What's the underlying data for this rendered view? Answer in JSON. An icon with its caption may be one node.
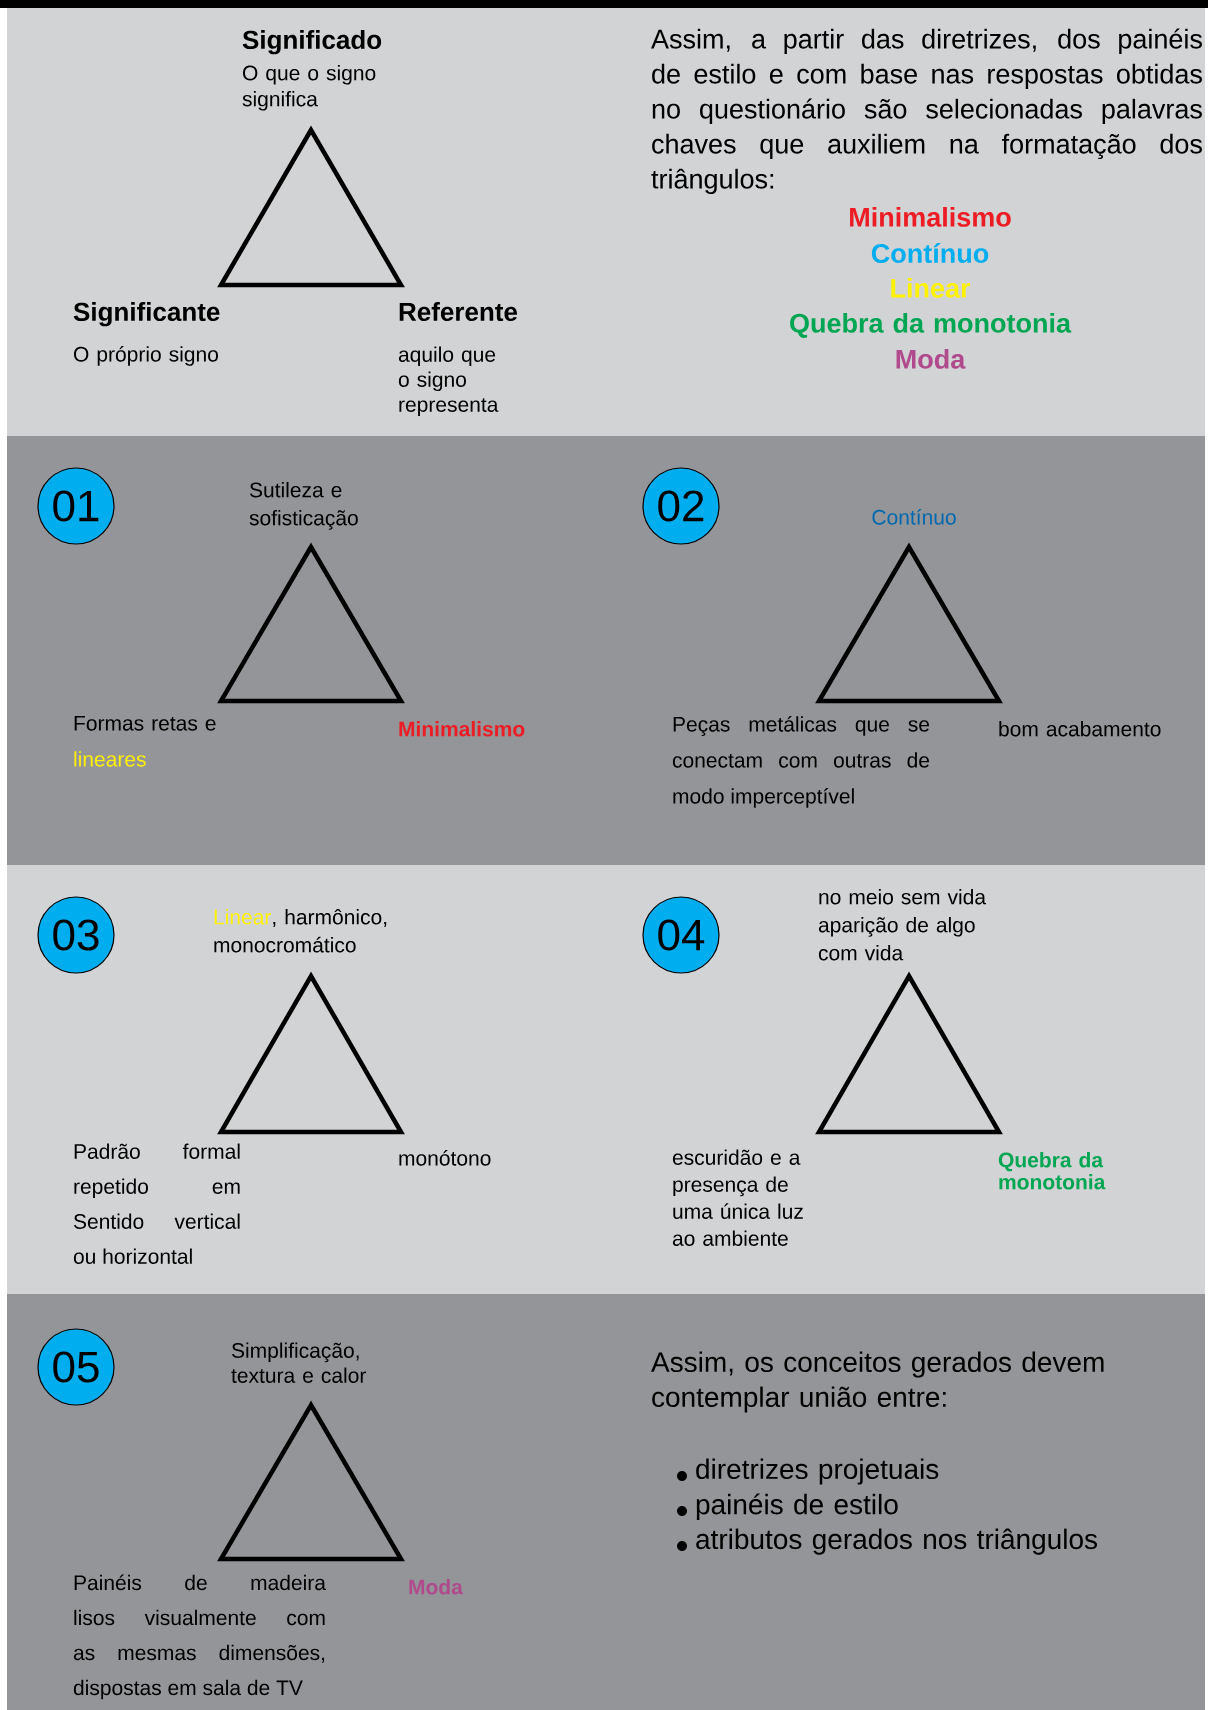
{
  "diagram": {
    "nodes": [
      {
        "text": [
          "01"
        ]
      },
      {
        "text": [
          "02"
        ]
      },
      {
        "text": [
          "03"
        ]
      },
      {
        "text": [
          "04"
        ]
      },
      {
        "text": [
          "05"
        ]
      }
    ],
    "labels": [
      "Significado",
      "O que o signo significa",
      "Assim, a partir das diretrizes, dos painéis de estilo e com base nas respostas obtidas no questionário são selecionadas palavras chaves que auxiliem na formatação dos triângulos:",
      "Minimalismo",
      "Contínuo",
      "Linear",
      "Quebra da monotonia",
      "Moda",
      "Significante",
      "O próprio signo",
      "Referente",
      "aquilo que o signo representa",
      "Sutileza e sofisticação",
      "Contínuo",
      "Formas retas e",
      "lineares",
      "Minimalismo",
      "Peças metálicas que se conectam com outras de modo imperceptível",
      "bom acabamento",
      "Linear",
      ", harmônico, monocromático",
      "no meio sem vida aparição de algo com vida",
      "Padrão formal repetido em Sentido vertical ou horizontal",
      "monótono",
      "escuridão e a presença de uma única luz ao ambiente",
      "Quebra da monotonia",
      "Simplificação, textura e calor",
      "Assim, os conceitos gerados devem contemplar união entre:",
      "diretrizes projetuais",
      "painéis de estilo",
      "atributos gerados nos triângulos",
      "Painéis de madeira lisos visualmente com as mesmas dimensões, dispostas em sala de TV",
      "Moda"
    ]
  }
}
